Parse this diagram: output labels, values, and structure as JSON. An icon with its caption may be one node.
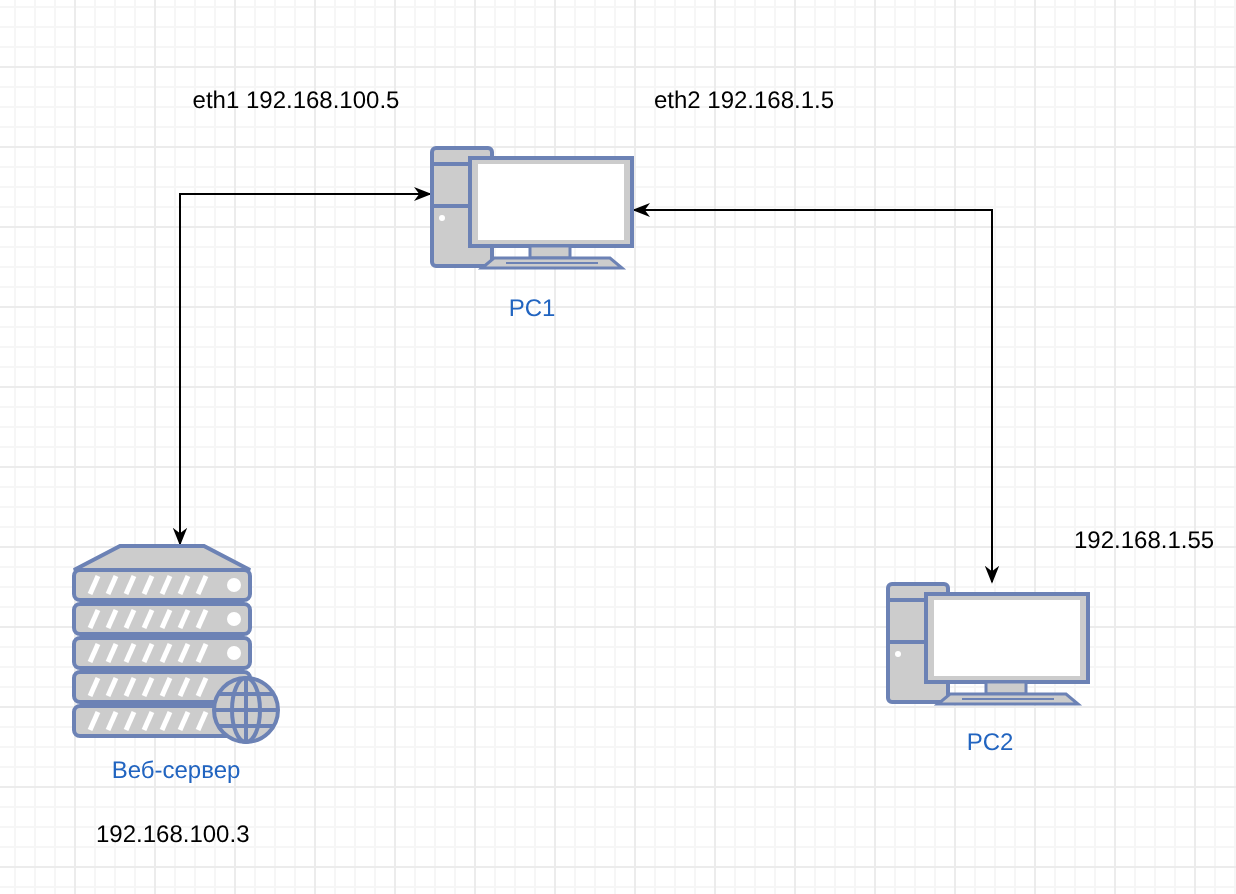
{
  "diagram": {
    "nodes": [
      {
        "text": [
          "PC1"
        ]
      },
      {
        "text": [
          "Веб-сервер"
        ],
        "beside": [
          "192.168.100.3"
        ]
      },
      {
        "text": [
          "PC2"
        ],
        "beside": [
          "192.168.1.55"
        ]
      }
    ],
    "edges": [
      {
        "from": 0,
        "to": 1,
        "arrow": "both"
      },
      {
        "from": 0,
        "to": 2,
        "arrow": "both"
      }
    ],
    "labels": [
      "eth1 192.168.100.5",
      "eth2 192.168.1.5"
    ]
  }
}
